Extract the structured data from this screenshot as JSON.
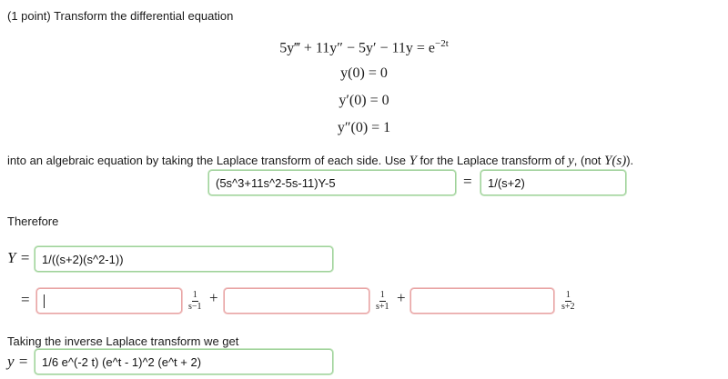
{
  "problem": {
    "intro": "(1 point) Transform the differential equation",
    "equation": "5y‴ + 11y″ − 5y′ − 11y = e",
    "equation_exp": "−2t",
    "conditions": [
      "y(0) = 0",
      "y′(0) = 0",
      "y″(0) = 1"
    ],
    "instruction": {
      "part1": "into an algebraic equation by taking the Laplace transform of each side. Use ",
      "Y": "Y",
      "part2": " for the Laplace transform of ",
      "y": "y",
      "part3": ", (not ",
      "Ys": "Y(s)",
      "part4": ")."
    }
  },
  "answers": {
    "lhs_value": "(5s^3+11s^2-5s-11)Y-5",
    "equals": "=",
    "rhs_value": "1/(s+2)",
    "therefore_label": "Therefore",
    "Y_label": "Y =",
    "Y_value": "1/((s+2)(s^2-1))",
    "eq_sign": "=",
    "pf1_value": "",
    "pf2_value": "",
    "pf3_value": "",
    "plus": "+",
    "fractions": [
      {
        "num": "1",
        "den": "s−1"
      },
      {
        "num": "1",
        "den": "s+1"
      },
      {
        "num": "1",
        "den": "s+2"
      }
    ],
    "inverse_label": "Taking the inverse Laplace transform we get",
    "y_label": "y =",
    "y_value": "1/6 e^(-2 t) (e^t - 1)^2 (e^t + 2)"
  },
  "colors": {
    "correct_border": "#9fd19a",
    "incorrect_border": "#e8a3a3"
  }
}
